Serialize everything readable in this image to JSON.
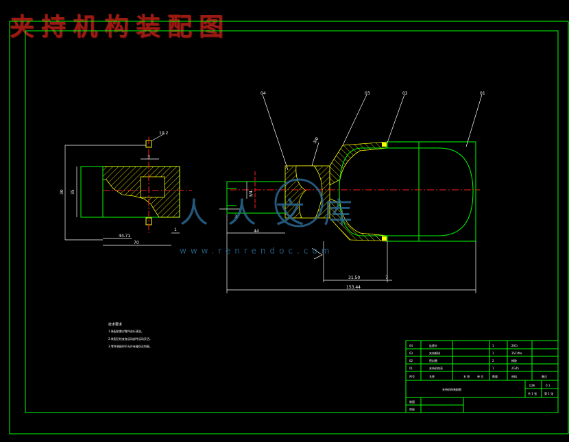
{
  "title": "夹持机构装配图",
  "watermark": {
    "logo_text": "人人文库",
    "url_text": "www.renrendoc.com"
  },
  "part_balloons": [
    "04",
    "03",
    "02",
    "01",
    "10.2",
    "3/0"
  ],
  "dimensions": {
    "left_view": [
      "3",
      "35",
      "30",
      "44.71",
      "70",
      "1"
    ],
    "main_view": [
      "3/4",
      "44",
      "3",
      "31.50",
      "7",
      "153.44"
    ]
  },
  "tech_requirements": {
    "heading": "技术要求",
    "lines": [
      "1.装配前需对零件进行清洗。",
      "2.装配后检查各运动部件运动灵活。",
      "3.零件装配时不允许有碰伤及划痕。"
    ]
  },
  "bom": {
    "rows": [
      {
        "no": "04",
        "name": "连接头",
        "qty": "1",
        "material": "20Cr"
      },
      {
        "no": "03",
        "name": "夹持钢球",
        "qty": "1",
        "material": "35CrMo"
      },
      {
        "no": "02",
        "name": "密封圈",
        "qty": "2",
        "material": "橡胶"
      },
      {
        "no": "01",
        "name": "夹持机构壳",
        "qty": "1",
        "material": "ZG45"
      }
    ],
    "header": {
      "no": "序号",
      "name": "名称",
      "qty": "数量",
      "material": "材料",
      "remark": "备注"
    },
    "extra_headers": [
      "名 称",
      "单 位"
    ],
    "drawing_name": "夹持机构装配图",
    "scale_label": "比例",
    "scale_value": "0.1",
    "sheet_label": "共 1 张",
    "sheet_value": "第 1 张",
    "drawn_label": "制图",
    "checked_label": "审核"
  }
}
